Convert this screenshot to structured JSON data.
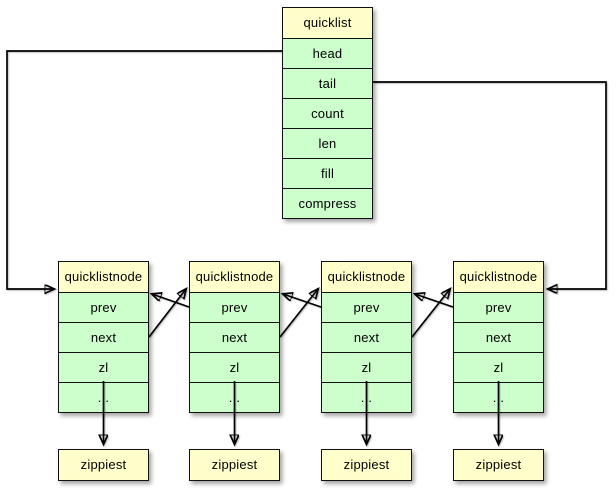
{
  "quicklist": {
    "title": "quicklist",
    "fields": [
      "head",
      "tail",
      "count",
      "len",
      "fill",
      "compress"
    ]
  },
  "nodes": [
    {
      "title": "quicklistnode",
      "fields": [
        "prev",
        "next",
        "zl",
        ". ."
      ]
    },
    {
      "title": "quicklistnode",
      "fields": [
        "prev",
        "next",
        "zl",
        ". ."
      ]
    },
    {
      "title": "quicklistnode",
      "fields": [
        "prev",
        "next",
        "zl",
        ". ."
      ]
    },
    {
      "title": "quicklistnode",
      "fields": [
        "prev",
        "next",
        "zl",
        ". ."
      ]
    }
  ],
  "ziplists": [
    {
      "label": "zippiest"
    },
    {
      "label": "zippiest"
    },
    {
      "label": "zippiest"
    },
    {
      "label": "zippiest"
    }
  ],
  "colors": {
    "header_fill": "#FFFFCC",
    "cell_fill": "#CCFFCC",
    "border": "#111111",
    "line": "#000000",
    "background": "#FFFFFF"
  }
}
